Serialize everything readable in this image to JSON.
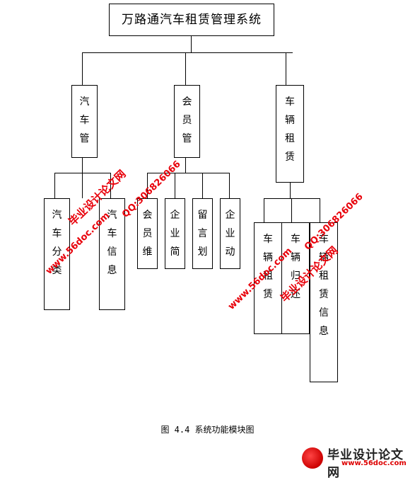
{
  "diagram": {
    "root": "万路通汽车租赁管理系统",
    "modules": [
      "汽车管",
      "会员管",
      "车辆租赁"
    ],
    "car_children": [
      "汽车分类",
      "汽车信息"
    ],
    "member_children": [
      "会员维",
      "企业简",
      "留言划",
      "企业动"
    ],
    "rental_children": [
      "车辆租赁",
      "车辆归还",
      "车辆租赁信息"
    ]
  },
  "caption": "图 4.4  系统功能模块图",
  "watermarks": {
    "brand": "毕业设计论文网",
    "qq": "QQ:306826066",
    "url": "www.56doc.com"
  },
  "logo": {
    "name": "毕业设计论文网",
    "url": "www.56doc.com"
  }
}
